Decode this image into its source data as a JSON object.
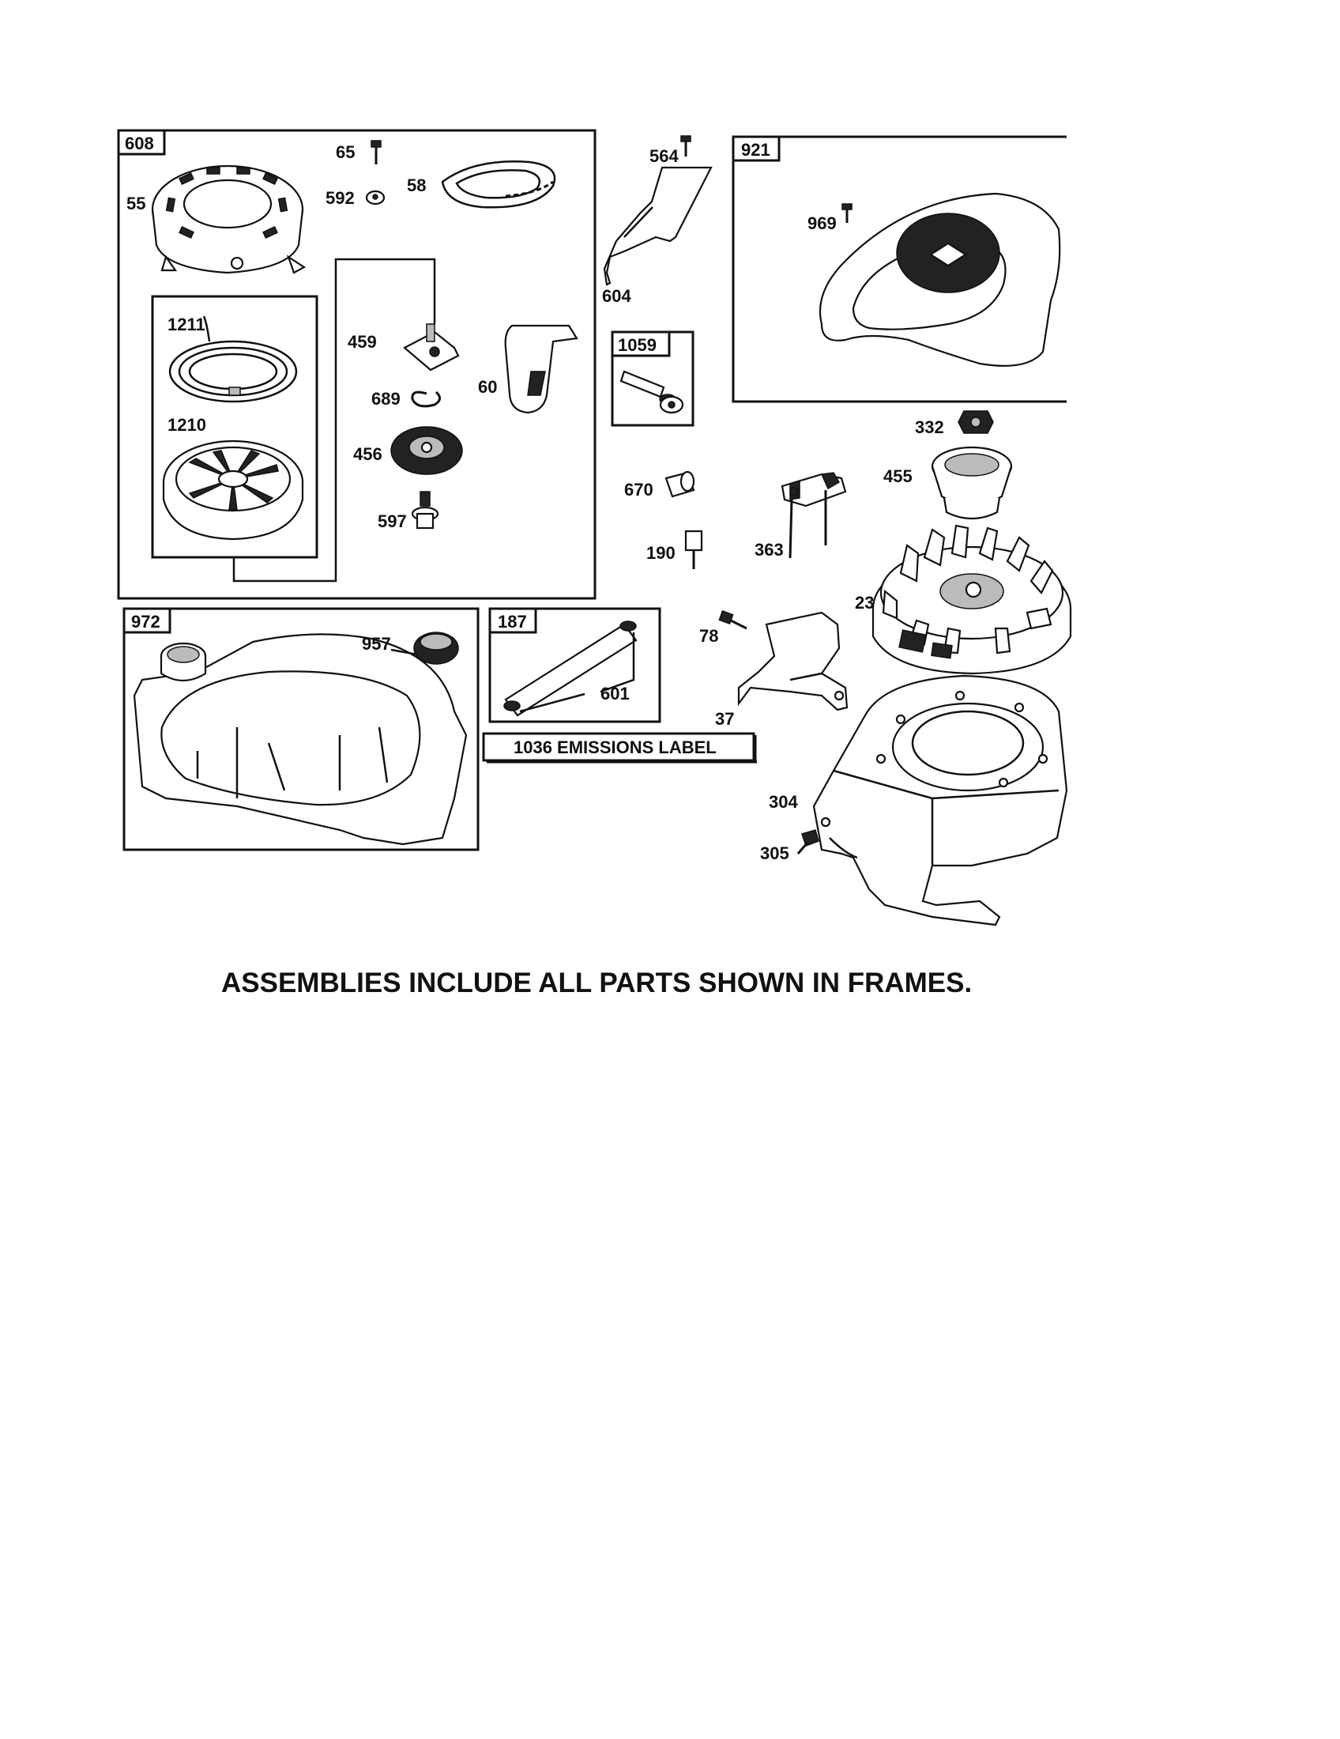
{
  "frames": {
    "f608": "608",
    "f921": "921",
    "f1059": "1059",
    "f972": "972",
    "f187": "187"
  },
  "labels": {
    "p65": "65",
    "p592": "592",
    "p58": "58",
    "p55": "55",
    "p1211": "1211",
    "p1210": "1210",
    "p459": "459",
    "p689": "689",
    "p60": "60",
    "p456": "456",
    "p597": "597",
    "p564": "564",
    "p604": "604",
    "p969": "969",
    "p332": "332",
    "p455": "455",
    "p670": "670",
    "p190": "190",
    "p363": "363",
    "p23": "23",
    "p957": "957",
    "p601": "601",
    "p78": "78",
    "p37": "37",
    "p304": "304",
    "p305": "305"
  },
  "emissions_label": "1036 EMISSIONS LABEL",
  "footer": "ASSEMBLIES INCLUDE ALL PARTS SHOWN IN FRAMES."
}
